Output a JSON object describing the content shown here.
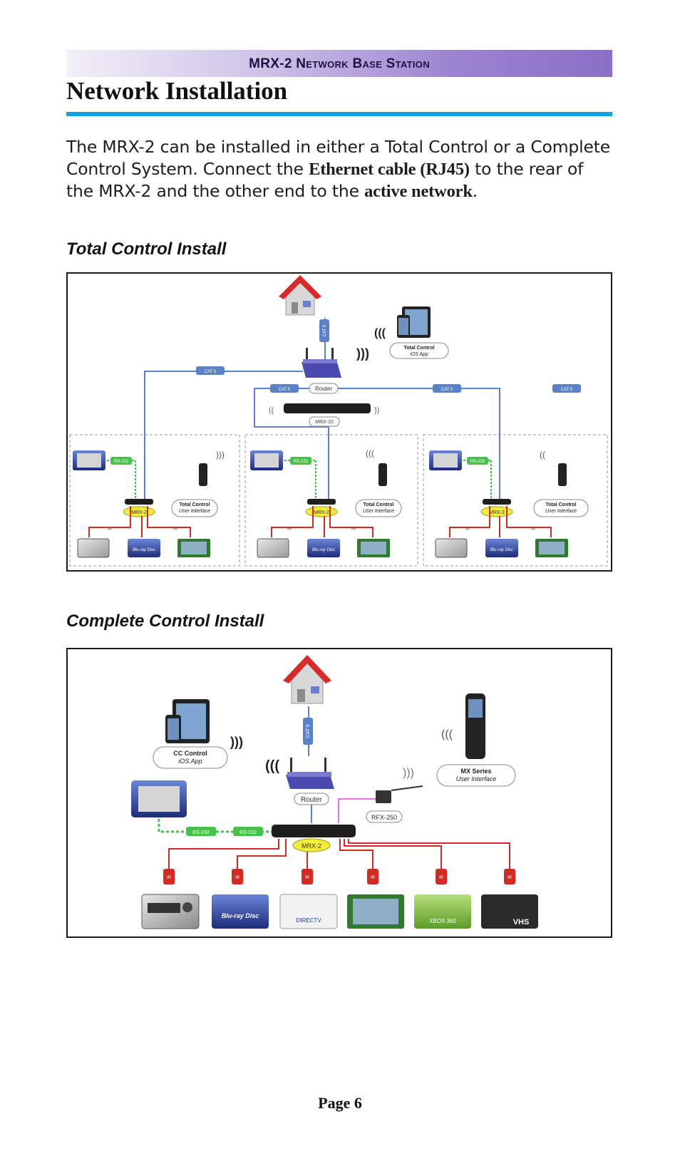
{
  "header": {
    "title_prefix": "MRX-2 ",
    "title_small_caps": "Network Base Station"
  },
  "page_title": "Network Installation",
  "intro": {
    "part1": "The MRX-2 can be installed in either a Total Control or a Complete Control System. Connect the ",
    "bold1": "Ethernet cable (RJ45)",
    "part2": " to the rear of the MRX-2 and the other end to the ",
    "bold2": "active network",
    "part3": "."
  },
  "total_control": {
    "heading": "Total Control Install",
    "labels": {
      "cat5": "CAT 5",
      "router": "Router",
      "mrx10": "MRX-10",
      "mrx2": "MRX-2",
      "rs232": "RS-232",
      "ir": "IR",
      "ios_app_line1": "Total Control",
      "ios_app_line2": "iOS App",
      "ui_line1": "Total Control",
      "ui_line2": "User Interface",
      "bluray": "Blu-ray Disc"
    }
  },
  "complete_control": {
    "heading": "Complete Control Install",
    "labels": {
      "cat5": "CAT 5",
      "router": "Router",
      "rfx250": "RFX-250",
      "mrx2": "MRX-2",
      "rs232": "RS-232",
      "ir": "IR",
      "cc_app_line1": "CC Control",
      "cc_app_line2": "iOS App",
      "mx_line1": "MX Series",
      "mx_line2": "User Interface",
      "bluray": "Blu-ray Disc",
      "directv": "DIRECTV",
      "xbox": "XBOX 360",
      "vhs": "VHS"
    }
  },
  "colors": {
    "cat5": "#5b82c9",
    "ir": "#d42a22",
    "rs232": "#46c24a",
    "rf": "#ef6fd3",
    "mrx2_badge": "#f3ec3a",
    "title_rule": "#11a4e3"
  },
  "footer": "Page 6"
}
